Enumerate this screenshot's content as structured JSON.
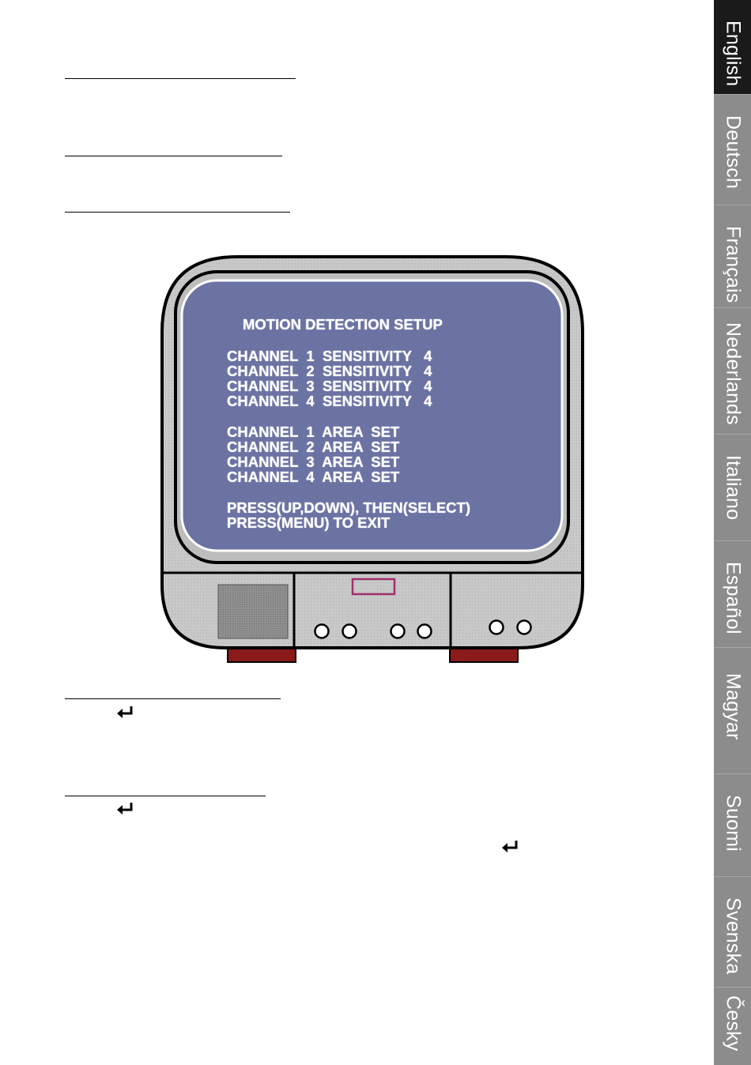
{
  "language_tabs": [
    {
      "label": "English",
      "active": true
    },
    {
      "label": "Deutsch",
      "active": false
    },
    {
      "label": "Français",
      "active": false
    },
    {
      "label": "Nederlands",
      "active": false
    },
    {
      "label": "Italiano",
      "active": false
    },
    {
      "label": "Español",
      "active": false
    },
    {
      "label": "Magyar",
      "active": false
    },
    {
      "label": "Suomi",
      "active": false
    },
    {
      "label": "Svenska",
      "active": false
    },
    {
      "label": "Česky",
      "active": false
    }
  ],
  "osd": {
    "title": "MOTION DETECTION SETUP",
    "sensitivity_rows": [
      "CHANNEL  1  SENSITIVITY   4",
      "CHANNEL  2  SENSITIVITY   4",
      "CHANNEL  3  SENSITIVITY   4",
      "CHANNEL  4  SENSITIVITY   4"
    ],
    "area_rows": [
      "CHANNEL  1  AREA  SET",
      "CHANNEL  2  AREA  SET",
      "CHANNEL  3  AREA  SET",
      "CHANNEL  4  AREA  SET"
    ],
    "instructions": [
      "PRESS(UP,DOWN), THEN(SELECT)",
      "PRESS(MENU) TO EXIT"
    ]
  },
  "icons": {
    "enter": "enter-key-icon"
  },
  "colors": {
    "screen_blue": "#6b73a3",
    "tv_gray": "#c8c8c8",
    "feet_red": "#8b1a1a",
    "power_indicator": "#a0306e",
    "active_tab": "#1a1a1a",
    "inactive_tab": "#8c8c8c"
  }
}
